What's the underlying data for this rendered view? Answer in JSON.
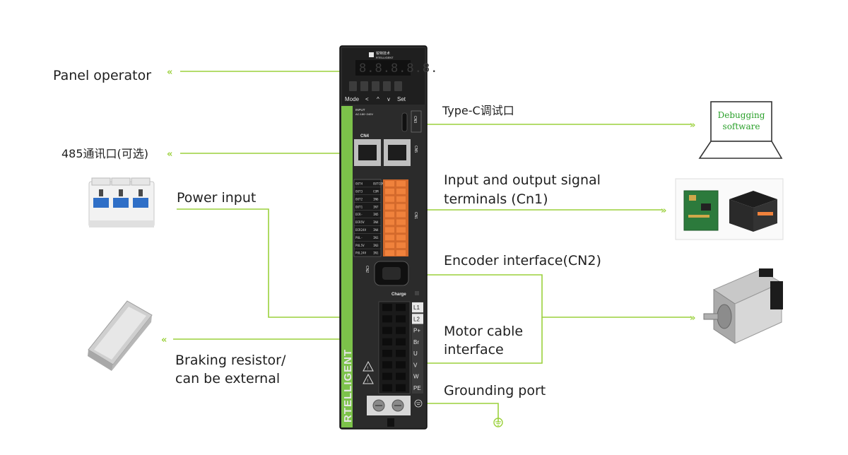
{
  "callouts": {
    "panel_operator": "Panel operator",
    "port_485": "485通讯口(可选)",
    "power_input": "Power input",
    "braking_resistor_line1": "Braking resistor/",
    "braking_resistor_line2": "can be external",
    "type_c": "Type-C调试口",
    "io_terminals_line1": "Input and output signal",
    "io_terminals_line2": "terminals (Cn1)",
    "encoder": "Encoder interface(CN2)",
    "motor_cable_line1": "Motor cable",
    "motor_cable_line2": "interface",
    "grounding": "Grounding port"
  },
  "laptop": {
    "screen_line1": "Debugging",
    "screen_line2": "software"
  },
  "driver": {
    "brand_cn": "锐特技术",
    "brand_en": "RTELLIGENT",
    "side_brand": "RTELLIGENT",
    "display": "8.8.8.8.8.",
    "keys": [
      "Mode",
      "<",
      "^",
      "v",
      "Set"
    ],
    "input_label": "INPUT",
    "input_voltage": "AC:180~240V",
    "cn4": "CN4",
    "cn5": "CN5",
    "cn3": "CN3",
    "cn1": "CN1",
    "cn2": "CN2",
    "charge": "Charge",
    "terminal_rows": [
      [
        "OUT4",
        "OUTCOM"
      ],
      [
        "OUT3",
        "COM"
      ],
      [
        "OUT2",
        "IN6"
      ],
      [
        "OUT1",
        "IN7"
      ],
      [
        "DIR-",
        "IN5"
      ],
      [
        "DIR5V",
        "IN4"
      ],
      [
        "DIR24V",
        "IN4"
      ],
      [
        "PUL-",
        "IN1"
      ],
      [
        "PUL5V",
        "IN3"
      ],
      [
        "PUL24V",
        "IN1"
      ]
    ],
    "power_terminals": [
      "L1",
      "L2",
      "P+",
      "Br",
      "U",
      "V",
      "W",
      "PE"
    ]
  },
  "colors": {
    "accent": "#9bd13c",
    "driver_body": "#2b2b2b",
    "green_strip": "#7cc24a",
    "orange": "#f0823c"
  },
  "icons": [
    "double-chevron-left-icon",
    "double-chevron-right-icon",
    "ground-icon",
    "warning-icon"
  ]
}
